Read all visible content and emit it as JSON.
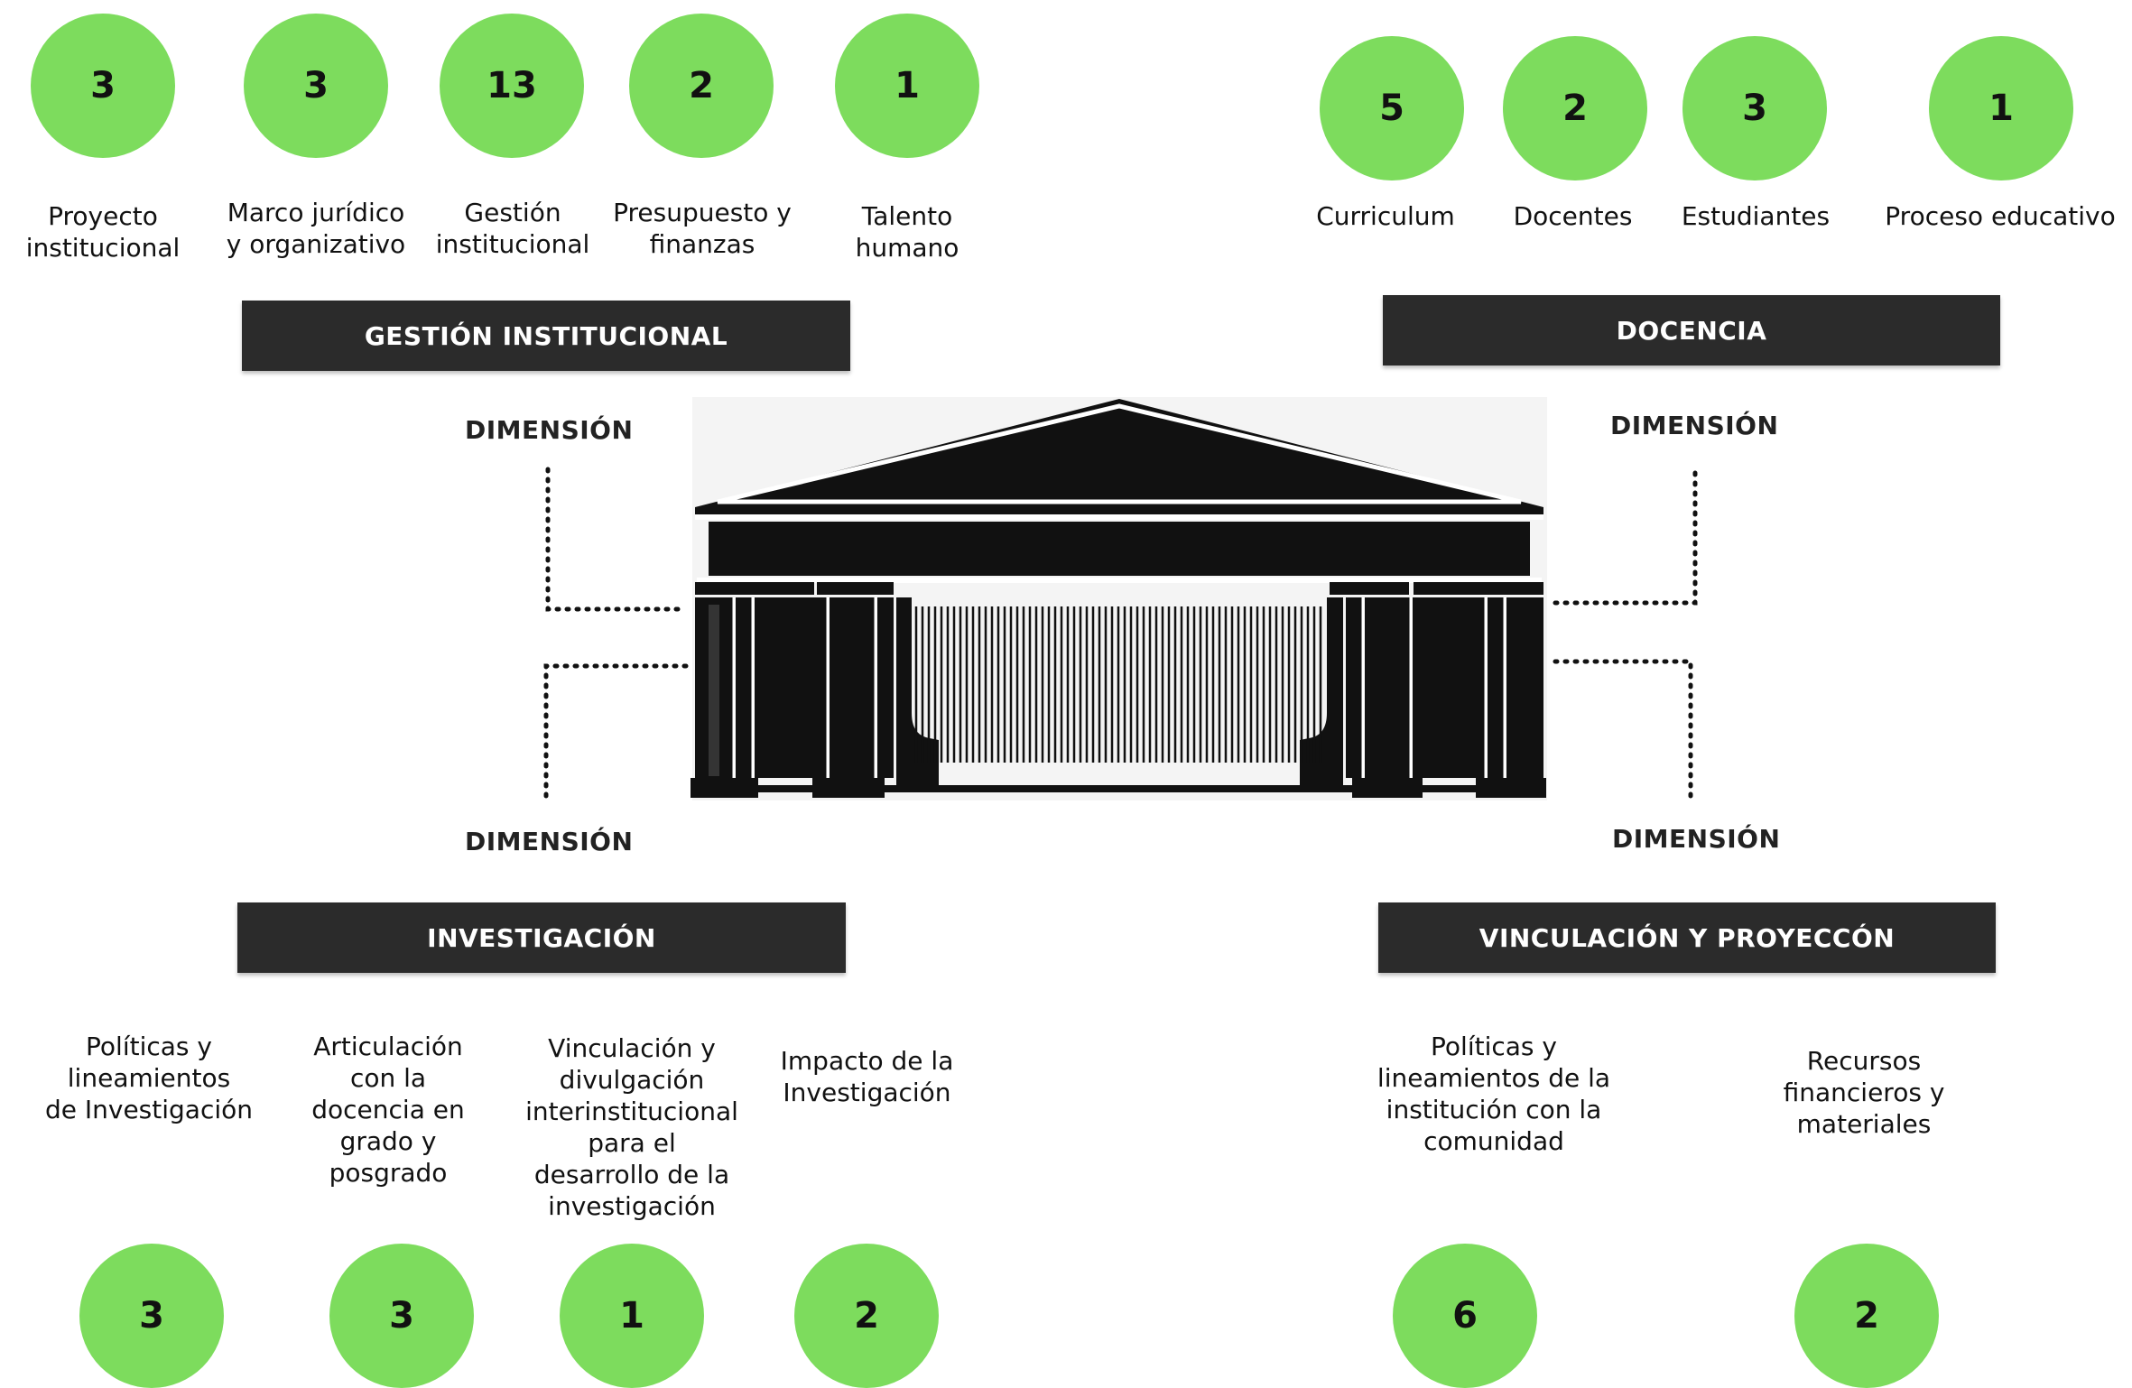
{
  "gestion": {
    "title": "GESTIÓN INSTITUCIONAL",
    "dimension_label": "DIMENSIÓN",
    "items": [
      {
        "count": "3",
        "label": "Proyecto\ninstitucional"
      },
      {
        "count": "3",
        "label": "Marco jurídico\ny organizativo"
      },
      {
        "count": "13",
        "label": "Gestión\ninstitucional"
      },
      {
        "count": "2",
        "label": "Presupuesto y\nfinanzas"
      },
      {
        "count": "1",
        "label": "Talento\nhumano"
      }
    ]
  },
  "docencia": {
    "title": "DOCENCIA",
    "dimension_label": "DIMENSIÓN",
    "items": [
      {
        "count": "5",
        "label": "Curriculum"
      },
      {
        "count": "2",
        "label": "Docentes"
      },
      {
        "count": "3",
        "label": "Estudiantes"
      },
      {
        "count": "1",
        "label": "Proceso educativo"
      }
    ]
  },
  "investigacion": {
    "title": "INVESTIGACIÓN",
    "dimension_label": "DIMENSIÓN",
    "items": [
      {
        "count": "3",
        "label": "Políticas y\nlineamientos\nde  Investigación"
      },
      {
        "count": "3",
        "label": "Articulación\ncon la\ndocencia en\ngrado y\nposgrado"
      },
      {
        "count": "1",
        "label": "Vinculación y\ndivulgación\ninterinstitucional\npara el\ndesarrollo de la\ninvestigación"
      },
      {
        "count": "2",
        "label": "Impacto de la\nInvestigación"
      }
    ]
  },
  "vinculacion": {
    "title": "VINCULACIÓN Y PROYECCÓN",
    "dimension_label": "DIMENSIÓN",
    "items": [
      {
        "count": "6",
        "label": "Políticas y\nlineamientos de la\ninstitución con la\ncomunidad"
      },
      {
        "count": "2",
        "label": "Recursos\nfinancieros y\nmateriales"
      }
    ]
  },
  "colors": {
    "circle_fill": "#7ddc5d",
    "banner_fill": "#2b2b2b",
    "building": "#111111"
  },
  "center_icon": "classical-building-icon"
}
